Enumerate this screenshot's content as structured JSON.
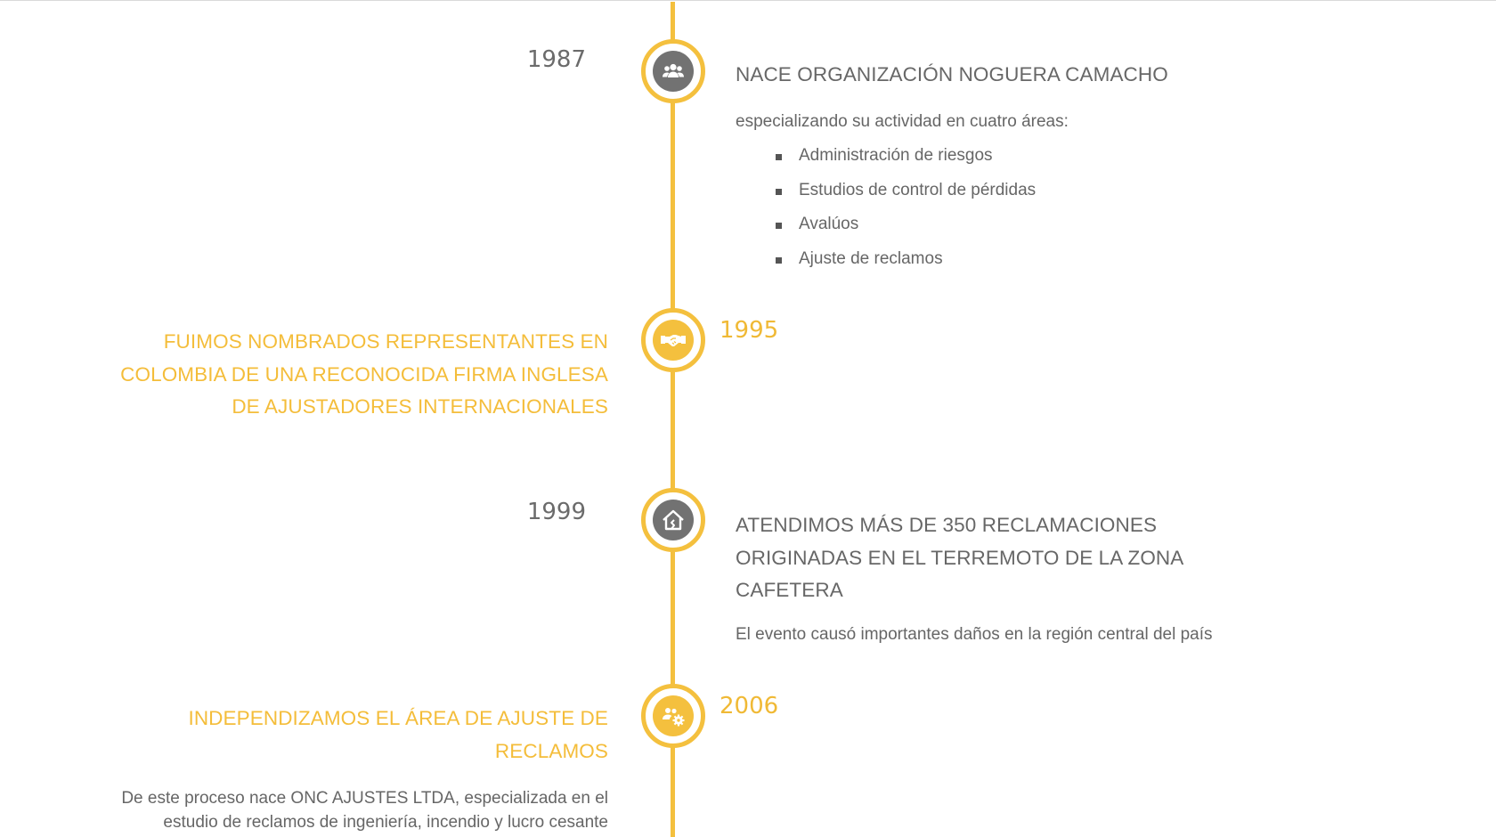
{
  "timeline": {
    "events": [
      {
        "year": "1987",
        "icon": "group-users-icon",
        "title": "NACE ORGANIZACIÓN NOGUERA CAMACHO",
        "description": "especializando su actividad en cuatro áreas:",
        "items": [
          "Administración de riesgos",
          "Estudios de control de pérdidas",
          "Avalúos",
          "Ajuste de reclamos"
        ]
      },
      {
        "year": "1995",
        "icon": "handshake-icon",
        "title": "FUIMOS NOMBRADOS REPRESENTANTES EN COLOMBIA DE UNA RECONOCIDA FIRMA INGLESA DE AJUSTADORES INTERNACIONALES"
      },
      {
        "year": "1999",
        "icon": "broken-house-icon",
        "title": "ATENDIMOS MÁS DE 350 RECLAMACIONES ORIGINADAS EN EL TERREMOTO DE LA ZONA CAFETERA",
        "description": "El evento causó importantes daños en la región central del país"
      },
      {
        "year": "2006",
        "icon": "users-gear-icon",
        "title": "INDEPENDIZAMOS EL ÁREA DE AJUSTE DE RECLAMOS",
        "description": "De este proceso nace ONC AJUSTES LTDA, especializada en el estudio de reclamos de ingeniería, incendio y lucro cesante"
      }
    ]
  },
  "colors": {
    "accent": "#f4c03e",
    "icon_gray": "#727272",
    "text": "#666666",
    "year_gray": "#6b6b6b"
  }
}
